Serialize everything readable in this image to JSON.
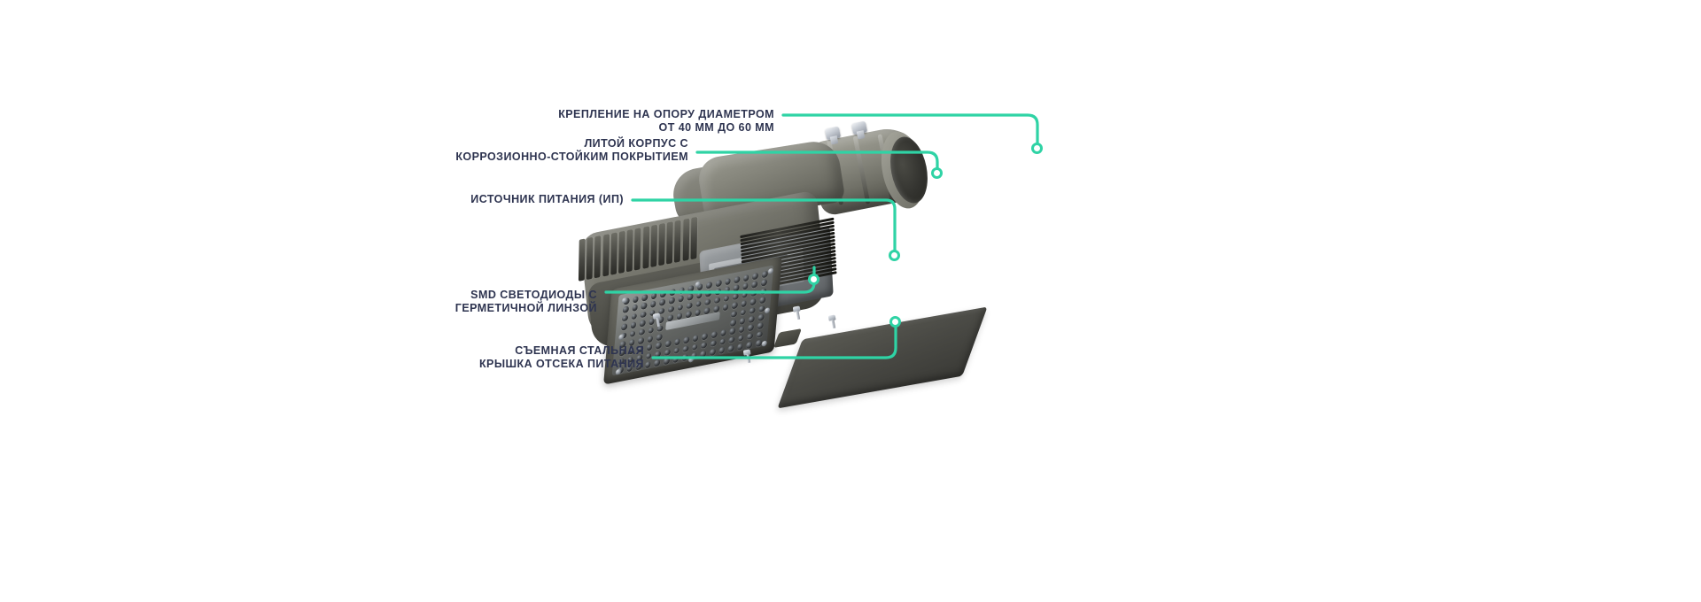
{
  "page": {
    "background": "#ffffff",
    "accent_color": "#2fd3a5",
    "text_color": "#2e3450",
    "product": "LED street luminaire exploded / annotated view"
  },
  "callouts": [
    {
      "id": "pole-mount",
      "label": "КРЕПЛЕНИЕ НА ОПОРУ ДИАМЕТРОМ\nОТ 40 ММ ДО 60 ММ",
      "target": "pole mounting bracket"
    },
    {
      "id": "cast-body",
      "label": "ЛИТОЙ КОРПУС С\nКОРРОЗИОННО-СТОЙКИМ ПОКРЫТИЕМ",
      "target": "cast housing"
    },
    {
      "id": "power-supply",
      "label": "ИСТОЧНИК ПИТАНИЯ (ИП)",
      "target": "driver module"
    },
    {
      "id": "smd-leds",
      "label": "SMD СВЕТОДИОДЫ С\nГЕРМЕТИЧНОЙ ЛИНЗОЙ",
      "target": "LED panel"
    },
    {
      "id": "cover-plate",
      "label": "СЪЕМНАЯ СТАЛЬНАЯ\nКРЫШКА ОТСЕКА ПИТАНИЯ",
      "target": "removable steel cover"
    }
  ]
}
